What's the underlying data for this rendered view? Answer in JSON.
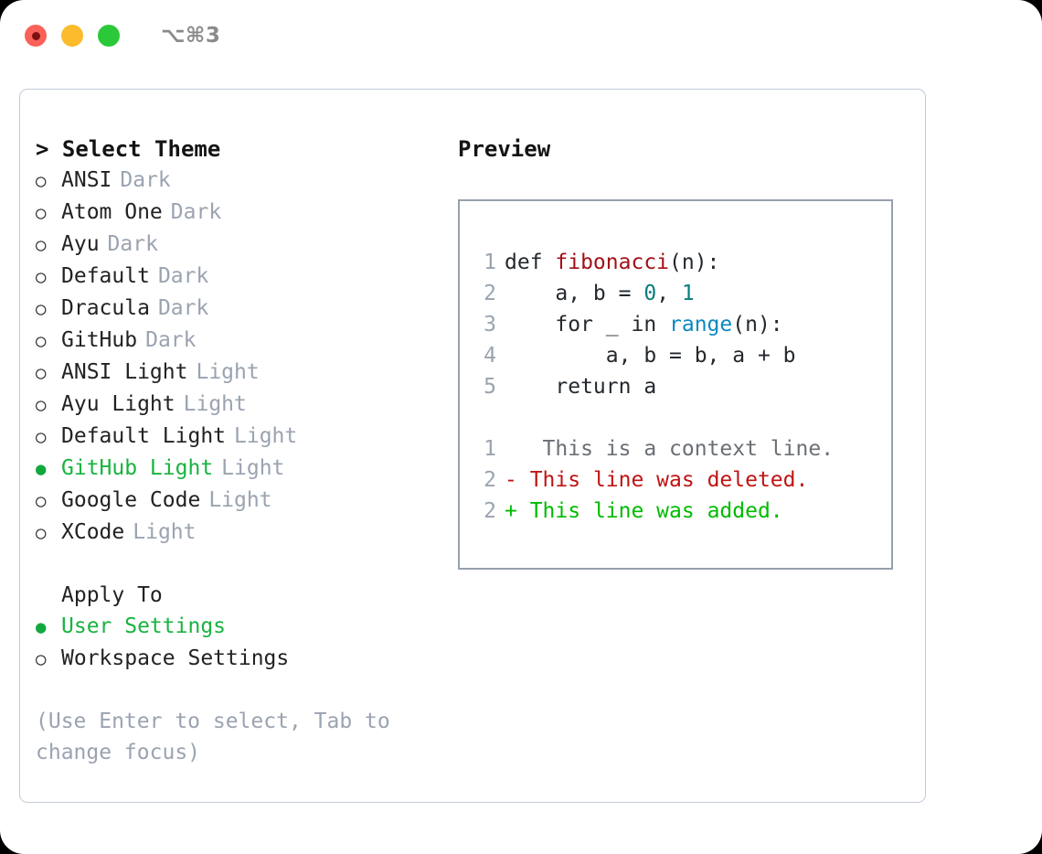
{
  "titlebar": {
    "shortcut": "⌥⌘3",
    "buttons": [
      {
        "name": "close",
        "color": "#f96159"
      },
      {
        "name": "minimize",
        "color": "#fcbb2d"
      },
      {
        "name": "zoom",
        "color": "#2bc93a"
      }
    ]
  },
  "theme_picker": {
    "heading": "> Select Theme",
    "marker_unselected": "○",
    "marker_selected": "●",
    "selected_color": "#19b33f",
    "suffix_color": "#9aa3b0",
    "options": [
      {
        "label": "ANSI",
        "suffix": "Dark",
        "selected": false
      },
      {
        "label": "Atom One",
        "suffix": "Dark",
        "selected": false
      },
      {
        "label": "Ayu",
        "suffix": "Dark",
        "selected": false
      },
      {
        "label": "Default",
        "suffix": "Dark",
        "selected": false
      },
      {
        "label": "Dracula",
        "suffix": "Dark",
        "selected": false
      },
      {
        "label": "GitHub",
        "suffix": "Dark",
        "selected": false
      },
      {
        "label": "ANSI Light",
        "suffix": "Light",
        "selected": false
      },
      {
        "label": "Ayu Light",
        "suffix": "Light",
        "selected": false
      },
      {
        "label": "Default Light",
        "suffix": "Light",
        "selected": false
      },
      {
        "label": "GitHub Light",
        "suffix": "Light",
        "selected": true
      },
      {
        "label": "Google Code",
        "suffix": "Light",
        "selected": false
      },
      {
        "label": "XCode",
        "suffix": "Light",
        "selected": false
      }
    ]
  },
  "apply_to": {
    "heading": "Apply To",
    "options": [
      {
        "label": "User Settings",
        "selected": true
      },
      {
        "label": "Workspace Settings",
        "selected": false
      }
    ]
  },
  "hint": "(Use Enter to select, Tab to change focus)",
  "preview": {
    "heading": "Preview",
    "code_lines": [
      {
        "no": "1",
        "tokens": [
          {
            "t": "def ",
            "c": "plain"
          },
          {
            "t": "fibonacci",
            "c": "func"
          },
          {
            "t": "(n):",
            "c": "plain"
          }
        ]
      },
      {
        "no": "2",
        "tokens": [
          {
            "t": "    a, b = ",
            "c": "plain"
          },
          {
            "t": "0",
            "c": "num"
          },
          {
            "t": ", ",
            "c": "plain"
          },
          {
            "t": "1",
            "c": "num"
          }
        ]
      },
      {
        "no": "3",
        "tokens": [
          {
            "t": "    for _ in ",
            "c": "plain"
          },
          {
            "t": "range",
            "c": "builtin"
          },
          {
            "t": "(n):",
            "c": "plain"
          }
        ]
      },
      {
        "no": "4",
        "tokens": [
          {
            "t": "        a, b = b, a + b",
            "c": "plain"
          }
        ]
      },
      {
        "no": "5",
        "tokens": [
          {
            "t": "    return a",
            "c": "plain"
          }
        ]
      }
    ],
    "diff_lines": [
      {
        "no": "1",
        "sign": " ",
        "text": "  This is a context line.",
        "kind": "ctx"
      },
      {
        "no": "2",
        "sign": "-",
        "text": " This line was deleted.",
        "kind": "del"
      },
      {
        "no": "2",
        "sign": "+",
        "text": " This line was added.",
        "kind": "add"
      }
    ]
  }
}
